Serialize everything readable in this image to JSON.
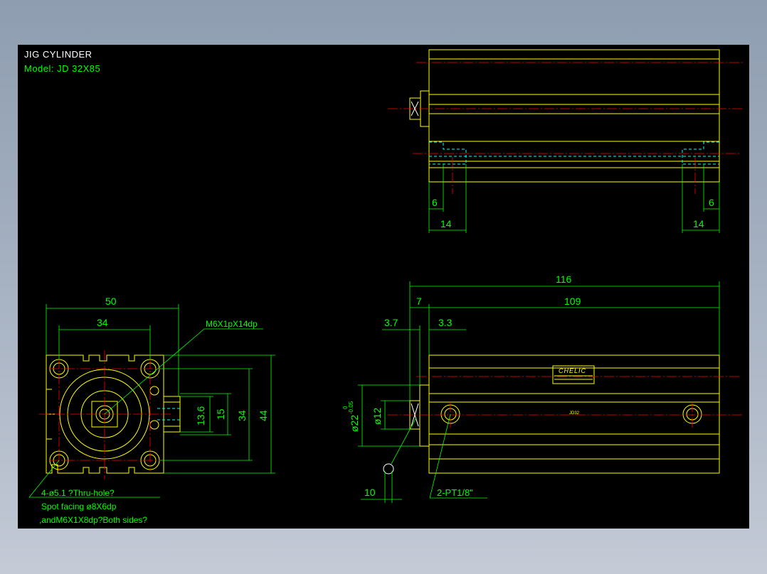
{
  "header": {
    "title": "JIG CYLINDER",
    "model": "Model: JD 32X85"
  },
  "top_view": {
    "dims": {
      "left_small": "6",
      "left_large": "14",
      "right_small": "6",
      "right_large": "14"
    }
  },
  "front_view": {
    "dims": {
      "width": "50",
      "bolt_pitch": "34",
      "port_h1": "13.6",
      "port_h2": "15",
      "bolt_pitch_v": "34",
      "height": "44"
    },
    "callout_thread": "M6X1pX14dp",
    "notes": [
      "4-ø5.1 ?Thru-hole?",
      "Spot facing ø8X6dp",
      ",andM6X1X8dp?Both sides?"
    ]
  },
  "side_view": {
    "dims": {
      "overall": "116",
      "flange": "7",
      "body": "109",
      "d1": "3.7",
      "d2": "3.3",
      "rod_dia": "ø22",
      "rod_tol_upper": "0",
      "rod_tol_lower": "-0.05",
      "thread_dia": "ø12",
      "wrench": "10"
    },
    "port_callout": "2-PT1/8\"",
    "nameplate_brand": "CHELIC",
    "nameplate_model": "JD32",
    "colors": {
      "outline": "#ffff00",
      "dimension": "#00ff00",
      "centerline": "#ff0000",
      "hidden": "#00ffff"
    }
  }
}
